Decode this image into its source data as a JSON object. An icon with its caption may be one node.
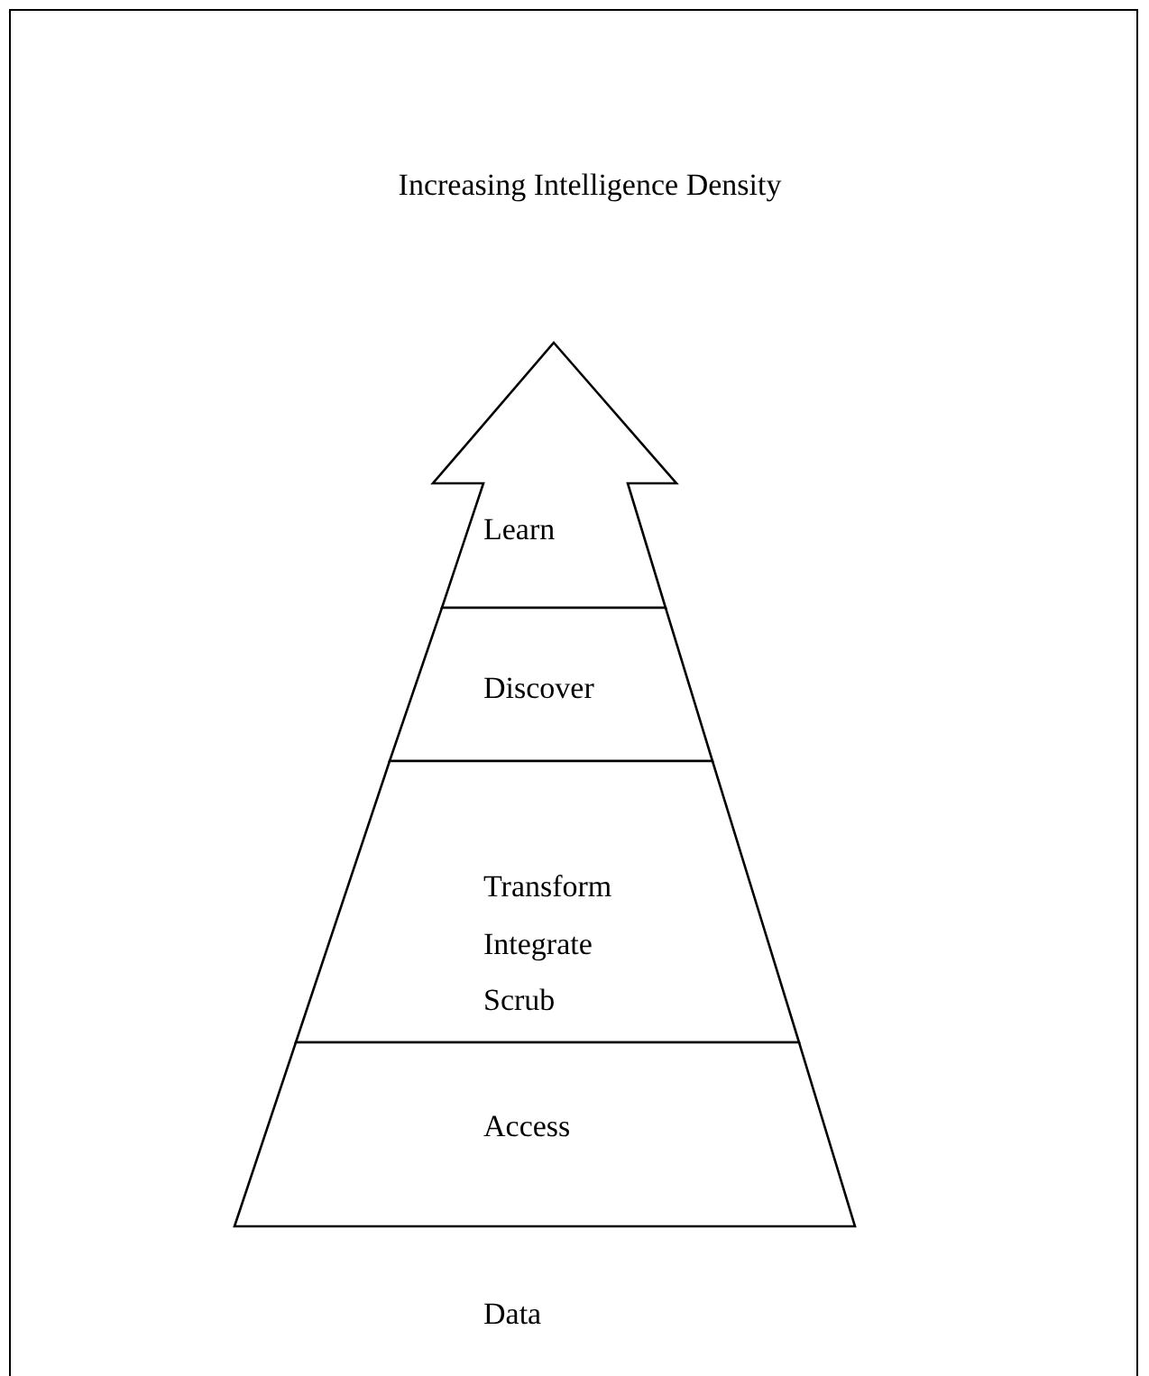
{
  "diagram": {
    "title": "Increasing Intelligence Density",
    "nodes": [
      {
        "text": [
          "Learn"
        ]
      },
      {
        "text": [
          "Discover"
        ]
      },
      {
        "text": [
          "Transform",
          "Integrate",
          "Scrub"
        ]
      },
      {
        "text": [
          "Access"
        ]
      }
    ],
    "labels": [
      "Data"
    ]
  }
}
